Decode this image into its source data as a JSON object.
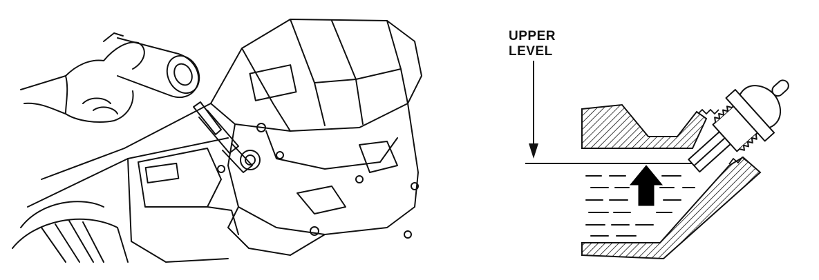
{
  "diagram": {
    "left_panel": {
      "subject": "hand-with-wrench-on-engine-fill-plug"
    },
    "right_panel": {
      "subject": "fill-plug-cross-section",
      "label_line1": "UPPER",
      "label_line2": "LEVEL",
      "arrow_color": "#000000"
    },
    "line_color": "#111111"
  }
}
